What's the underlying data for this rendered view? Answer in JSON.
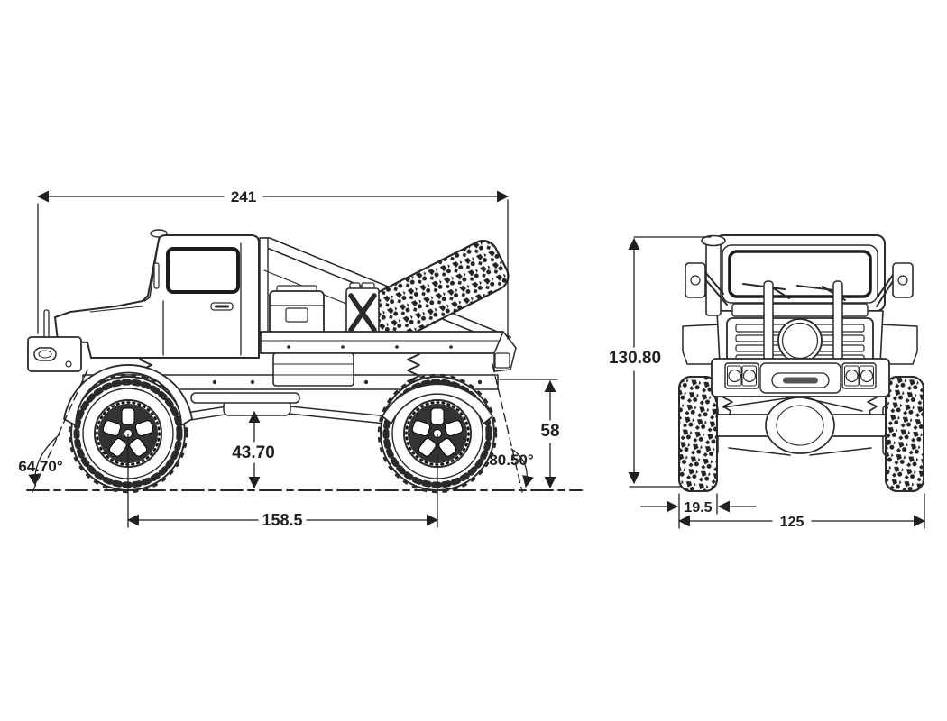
{
  "side_view": {
    "overall_length": "241",
    "wheelbase": "158.5",
    "ground_clearance": "43.70",
    "rear_tire_height": "58",
    "approach_angle": "64.70°",
    "departure_angle": "80.50°"
  },
  "front_view": {
    "overall_height": "130.80",
    "tire_width": "19.5",
    "overall_width": "125"
  },
  "colors": {
    "line_color": "#2a2a2a",
    "dim_text_color": "#231f20",
    "background": "#ffffff"
  }
}
